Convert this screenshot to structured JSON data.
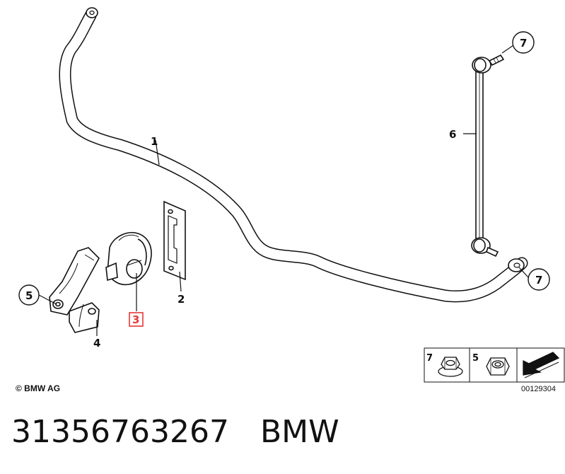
{
  "callouts": {
    "bar": "1",
    "plate": "2",
    "bushing": "3",
    "bracket": "4",
    "bracket_nut": "5",
    "link": "6",
    "link_nut_top": "7",
    "link_nut_bottom": "7"
  },
  "legend": {
    "nut_a": "7",
    "nut_b": "5",
    "ref_number": "00129304"
  },
  "copyright": "© BMW AG",
  "caption": {
    "part_number": "31356763267",
    "brand": "BMW"
  },
  "colors": {
    "line": "#111111",
    "highlight": "#e53935"
  }
}
